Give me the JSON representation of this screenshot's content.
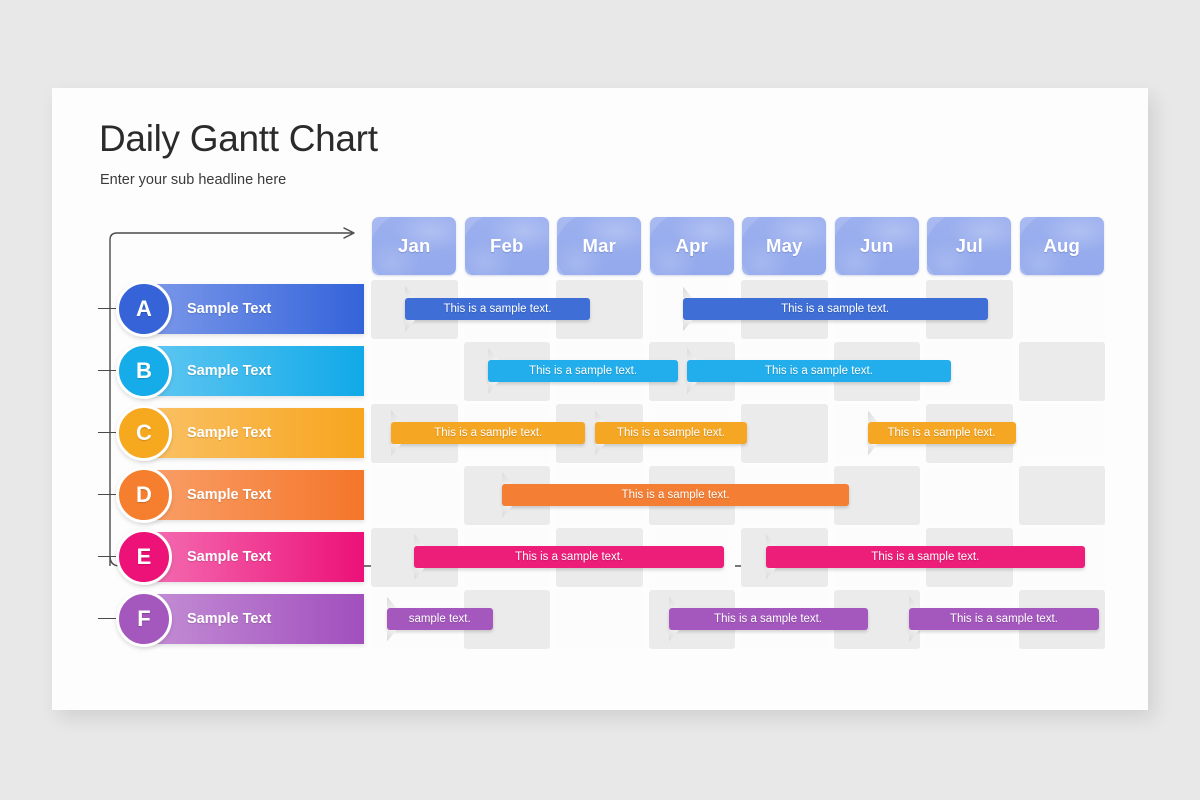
{
  "slide": {
    "title": "Daily Gantt Chart",
    "subtitle": "Enter your sub headline here",
    "background": "#e8e8e9",
    "panel_color": "#fdfdfd"
  },
  "timeline": {
    "header_color": "#96acec",
    "months": [
      {
        "label": "Jan"
      },
      {
        "label": "Feb"
      },
      {
        "label": "Mar"
      },
      {
        "label": "Apr"
      },
      {
        "label": "May"
      },
      {
        "label": "Jun"
      },
      {
        "label": "Jul"
      },
      {
        "label": "Aug"
      }
    ]
  },
  "chart_data": {
    "type": "bar",
    "title": "Daily Gantt Chart",
    "subtitle": "Enter your sub headline here",
    "xlabel": "",
    "ylabel": "",
    "categories": [
      "Jan",
      "Feb",
      "Mar",
      "Apr",
      "May",
      "Jun",
      "Jul",
      "Aug"
    ],
    "xlim": [
      0,
      8
    ],
    "grid": true,
    "legend": "none",
    "series": [
      {
        "name": "A",
        "letter": "A",
        "label": "Sample Text",
        "color": "#3e6ed6",
        "gradient_from": "#7e9aea",
        "gradient_to": "#3464da",
        "badge_color": "#3664d8",
        "tasks": [
          {
            "text": "This is a sample text.",
            "start": 0.4,
            "end": 2.4
          },
          {
            "text": "This is a sample text.",
            "start": 3.4,
            "end": 6.7
          }
        ]
      },
      {
        "name": "B",
        "letter": "B",
        "label": "Sample Text",
        "color": "#22aeec",
        "gradient_from": "#62c8f2",
        "gradient_to": "#11a9e8",
        "badge_color": "#16ace9",
        "tasks": [
          {
            "text": "This is a sample text.",
            "start": 1.3,
            "end": 3.35
          },
          {
            "text": "This is a sample text.",
            "start": 3.45,
            "end": 6.3
          }
        ]
      },
      {
        "name": "C",
        "letter": "C",
        "label": "Sample Text",
        "color": "#f5a623",
        "gradient_from": "#fac268",
        "gradient_to": "#f7a51e",
        "badge_color": "#f6a81f",
        "tasks": [
          {
            "text": "This is a sample text.",
            "start": 0.25,
            "end": 2.35
          },
          {
            "text": "This is a sample text.",
            "start": 2.45,
            "end": 4.1
          },
          {
            "text": "This is a sample text.",
            "start": 5.4,
            "end": 7.0
          }
        ]
      },
      {
        "name": "D",
        "letter": "D",
        "label": "Sample Text",
        "color": "#f47f34",
        "gradient_from": "#f9a06a",
        "gradient_to": "#f4762a",
        "badge_color": "#f57f2e",
        "tasks": [
          {
            "text": "This is a sample text.",
            "start": 1.45,
            "end": 5.2
          }
        ]
      },
      {
        "name": "E",
        "letter": "E",
        "label": "Sample Text",
        "color": "#ed1e79",
        "gradient_from": "#f470b4",
        "gradient_to": "#ec1178",
        "badge_color": "#ec1277",
        "tasks": [
          {
            "text": "This is a sample text.",
            "start": 0.5,
            "end": 3.85
          },
          {
            "text": "This is a sample text.",
            "start": 4.3,
            "end": 7.75
          }
        ]
      },
      {
        "name": "F",
        "letter": "F",
        "label": "Sample Text",
        "color": "#a458bd",
        "gradient_from": "#c590d6",
        "gradient_to": "#a14fbd",
        "badge_color": "#a458bd",
        "tasks": [
          {
            "text": "sample text.",
            "start": 0.2,
            "end": 1.35
          },
          {
            "text": "This is a sample text.",
            "start": 3.25,
            "end": 5.4
          },
          {
            "text": "This is a sample text.",
            "start": 5.85,
            "end": 7.9
          }
        ]
      }
    ]
  }
}
